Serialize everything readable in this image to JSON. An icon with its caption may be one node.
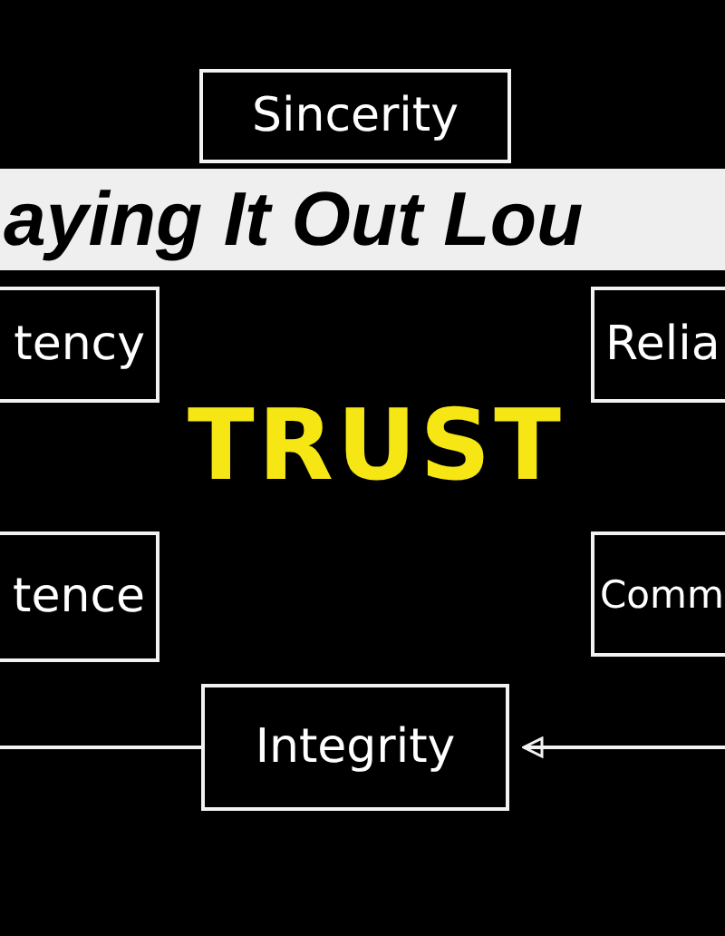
{
  "diagram": {
    "title": "aying It Out Lou",
    "nodes": [
      {
        "text": [
          "Sincerity"
        ]
      },
      {
        "text": [
          "tency"
        ]
      },
      {
        "text": [
          "Relia"
        ]
      },
      {
        "text": [
          "TRUST"
        ]
      },
      {
        "text": [
          "tence"
        ]
      },
      {
        "text": [
          "Comm"
        ]
      },
      {
        "text": [
          "Integrity"
        ]
      }
    ],
    "edges": [
      {
        "from": null,
        "to": 6,
        "arrow": "none"
      },
      {
        "from": null,
        "to": 6,
        "arrow": "to"
      }
    ]
  }
}
